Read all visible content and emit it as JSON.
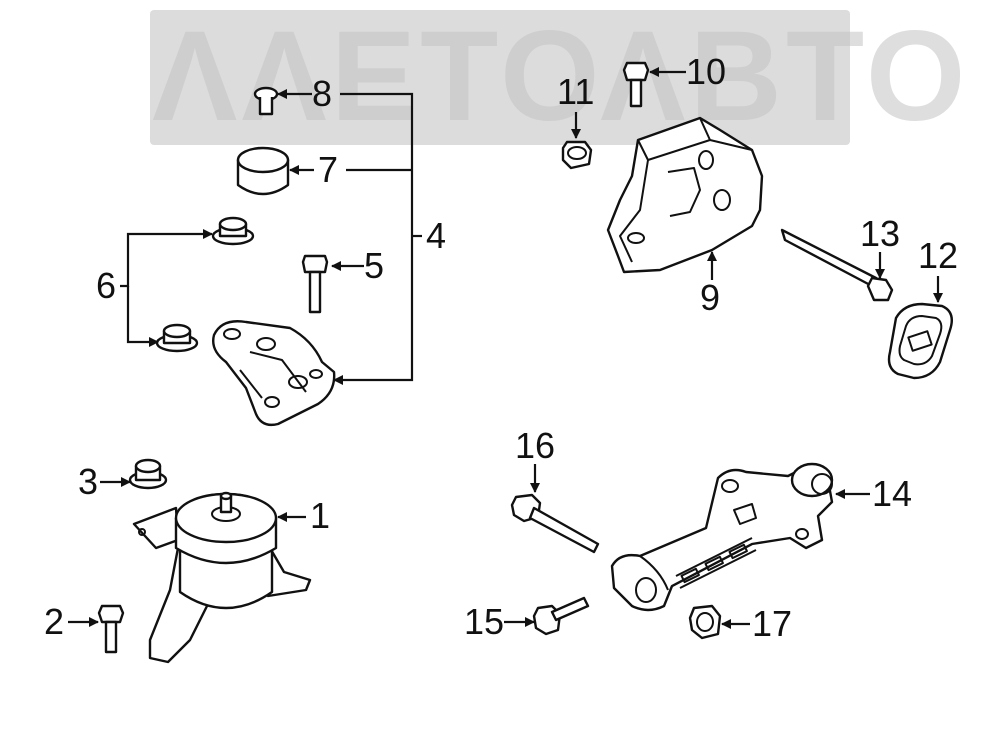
{
  "watermark": {
    "text": "ΛΛΕΤΟΛΒΤΟ"
  },
  "callouts": [
    {
      "id": "1",
      "label": "1"
    },
    {
      "id": "2",
      "label": "2"
    },
    {
      "id": "3",
      "label": "3"
    },
    {
      "id": "4",
      "label": "4"
    },
    {
      "id": "5",
      "label": "5"
    },
    {
      "id": "6",
      "label": "6"
    },
    {
      "id": "7",
      "label": "7"
    },
    {
      "id": "8",
      "label": "8"
    },
    {
      "id": "9",
      "label": "9"
    },
    {
      "id": "10",
      "label": "10"
    },
    {
      "id": "11",
      "label": "11"
    },
    {
      "id": "12",
      "label": "12"
    },
    {
      "id": "13",
      "label": "13"
    },
    {
      "id": "14",
      "label": "14"
    },
    {
      "id": "15",
      "label": "15"
    },
    {
      "id": "16",
      "label": "16"
    },
    {
      "id": "17",
      "label": "17"
    }
  ]
}
